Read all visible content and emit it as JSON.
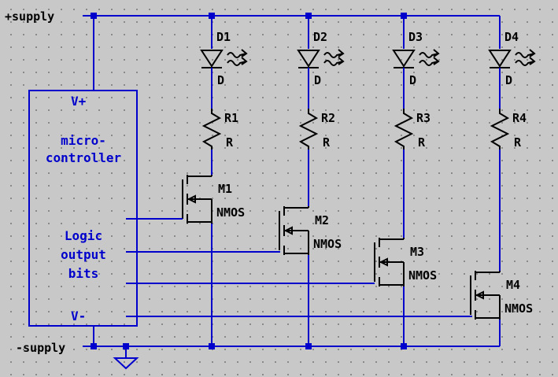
{
  "supplies": {
    "positive": "+supply",
    "negative": "-supply"
  },
  "controller": {
    "pin_vplus": "V+",
    "pin_vminus": "V-",
    "name_line1": "micro-",
    "name_line2": "controller",
    "logic_line1": "Logic",
    "logic_line2": "output",
    "logic_line3": "bits"
  },
  "leds": [
    {
      "ref": "D1",
      "value": "D"
    },
    {
      "ref": "D2",
      "value": "D"
    },
    {
      "ref": "D3",
      "value": "D"
    },
    {
      "ref": "D4",
      "value": "D"
    }
  ],
  "resistors": [
    {
      "ref": "R1",
      "value": "R"
    },
    {
      "ref": "R2",
      "value": "R"
    },
    {
      "ref": "R3",
      "value": "R"
    },
    {
      "ref": "R4",
      "value": "R"
    }
  ],
  "mosfets": [
    {
      "ref": "M1",
      "type": "NMOS"
    },
    {
      "ref": "M2",
      "type": "NMOS"
    },
    {
      "ref": "M3",
      "type": "NMOS"
    },
    {
      "ref": "M4",
      "type": "NMOS"
    }
  ],
  "colors": {
    "wire": "#0000cc",
    "component": "#000000",
    "background": "#c8c8c8"
  }
}
